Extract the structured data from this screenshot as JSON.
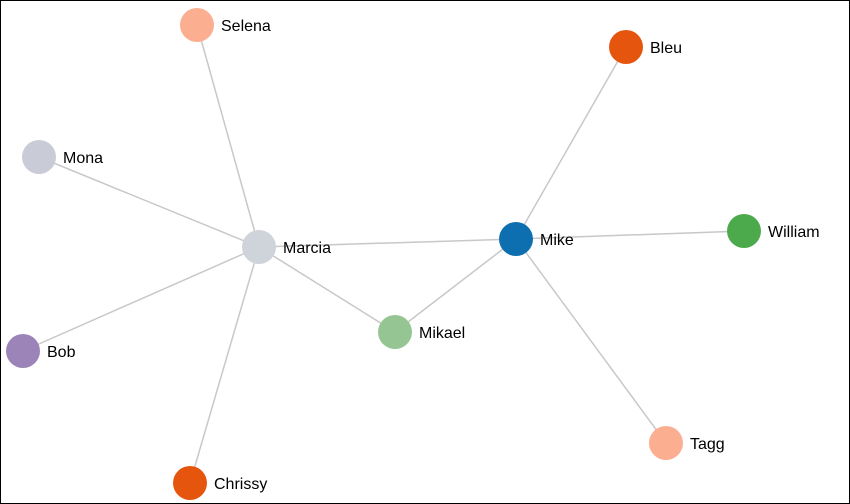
{
  "graph": {
    "nodes": [
      {
        "id": "selena",
        "label": "Selena",
        "color": "#fcae91"
      },
      {
        "id": "bleu",
        "label": "Bleu",
        "color": "#e6550d"
      },
      {
        "id": "mona",
        "label": "Mona",
        "color": "#c9cbd6"
      },
      {
        "id": "marcia",
        "label": "Marcia",
        "color": "#cfd3da"
      },
      {
        "id": "mike",
        "label": "Mike",
        "color": "#0d6fb0"
      },
      {
        "id": "william",
        "label": "William",
        "color": "#4caa4c"
      },
      {
        "id": "mikael",
        "label": "Mikael",
        "color": "#94c592"
      },
      {
        "id": "bob",
        "label": "Bob",
        "color": "#9c84b8"
      },
      {
        "id": "tagg",
        "label": "Tagg",
        "color": "#fcae91"
      },
      {
        "id": "chrissy",
        "label": "Chrissy",
        "color": "#e6550d"
      }
    ],
    "edges": [
      {
        "source": "marcia",
        "target": "selena"
      },
      {
        "source": "marcia",
        "target": "mona"
      },
      {
        "source": "marcia",
        "target": "bob"
      },
      {
        "source": "marcia",
        "target": "chrissy"
      },
      {
        "source": "marcia",
        "target": "mike"
      },
      {
        "source": "marcia",
        "target": "mikael"
      },
      {
        "source": "mike",
        "target": "bleu"
      },
      {
        "source": "mike",
        "target": "william"
      },
      {
        "source": "mike",
        "target": "mikael"
      },
      {
        "source": "mike",
        "target": "tagg"
      }
    ],
    "edge_color": "#c8c8c8"
  }
}
